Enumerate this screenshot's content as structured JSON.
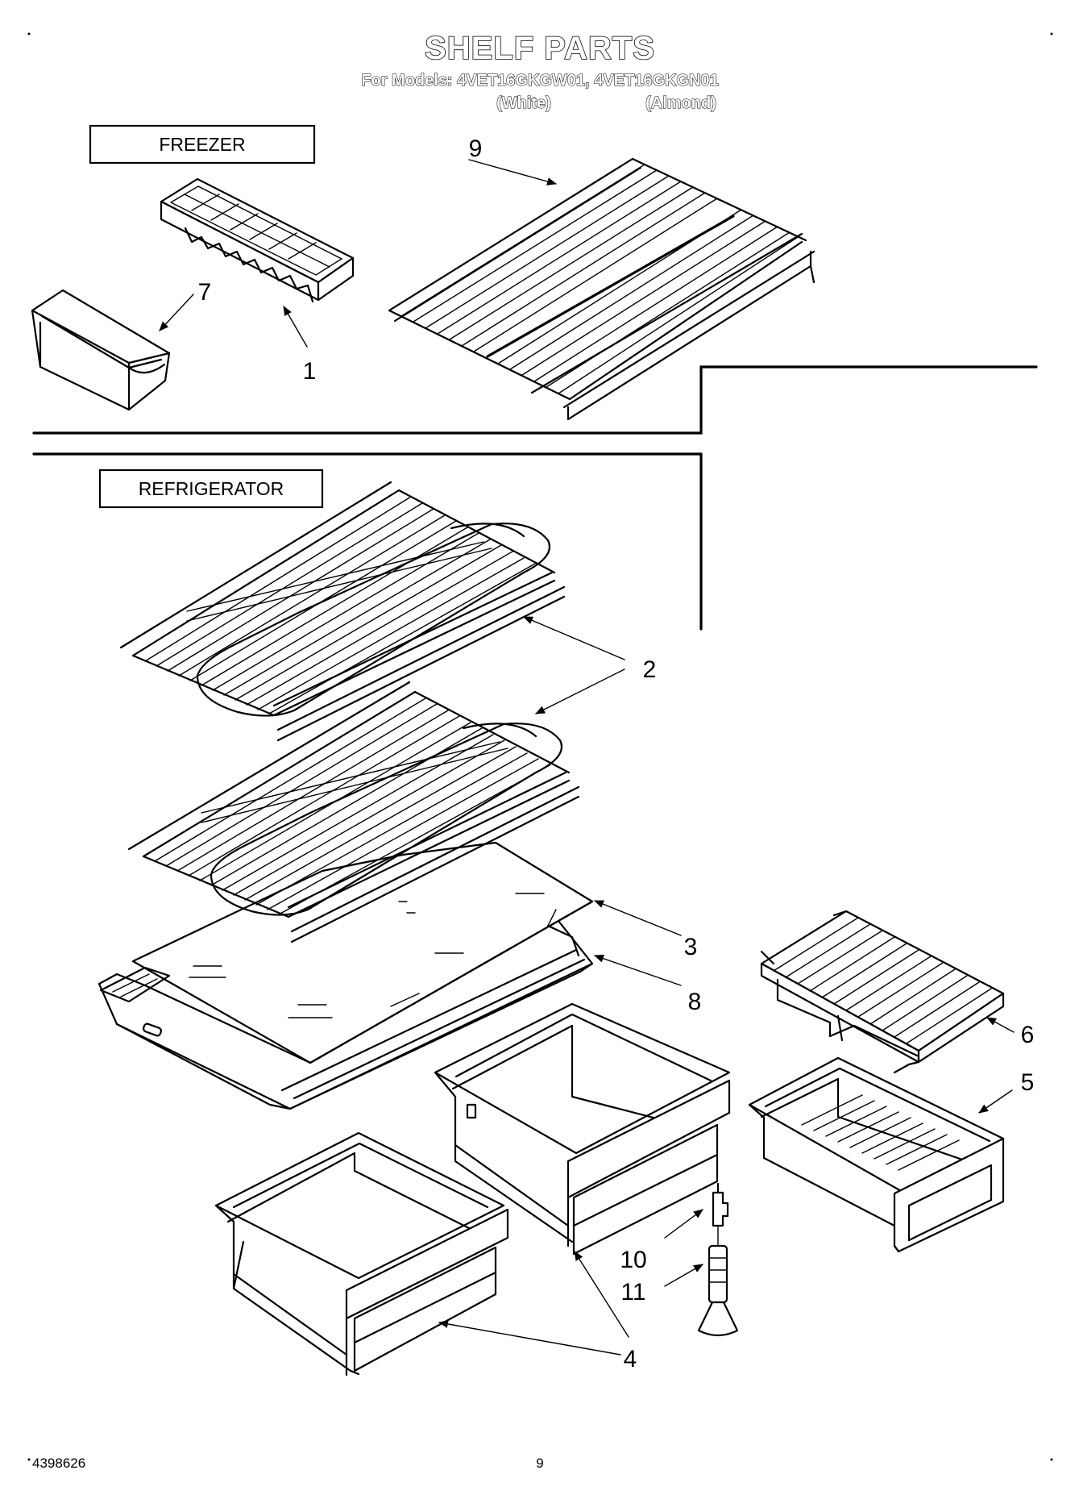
{
  "header": {
    "title": "SHELF PARTS",
    "models_line": "For Models: 4VET16GKGW01, 4VET16GKGN01",
    "color_white": "(White)",
    "color_almond": "(Almond)"
  },
  "sections": {
    "freezer": "FREEZER",
    "refrigerator": "REFRIGERATOR"
  },
  "callouts": {
    "c1": "1",
    "c2": "2",
    "c3": "3",
    "c4": "4",
    "c5": "5",
    "c6": "6",
    "c7": "7",
    "c8": "8",
    "c9": "9",
    "c10": "10",
    "c11": "11"
  },
  "footer": {
    "doc_number": "4398626",
    "page_number": "9"
  }
}
